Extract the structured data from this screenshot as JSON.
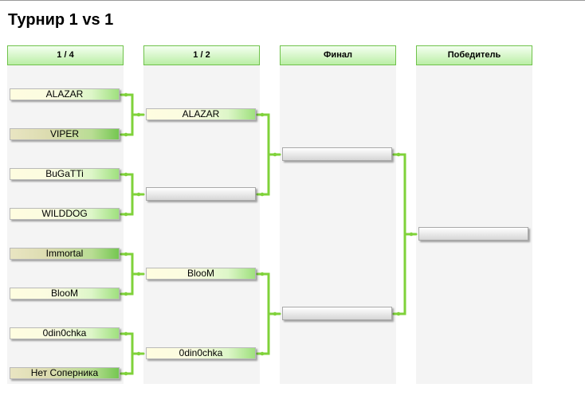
{
  "title": "Турнир 1 vs 1",
  "columns": [
    {
      "label": "1 / 4"
    },
    {
      "label": "1 / 2"
    },
    {
      "label": "Финал"
    },
    {
      "label": "Победитель"
    }
  ],
  "quarterfinals": [
    {
      "name": "ALAZAR"
    },
    {
      "name": "VIPER"
    },
    {
      "name": "BuGaTTi"
    },
    {
      "name": "WILDDOG"
    },
    {
      "name": "Immortal"
    },
    {
      "name": "BlooM"
    },
    {
      "name": "0din0chka"
    },
    {
      "name": "Нет Соперника"
    }
  ],
  "semifinals": [
    {
      "name": "ALAZAR"
    },
    {
      "name": ""
    },
    {
      "name": "BlooM"
    },
    {
      "name": "0din0chka"
    }
  ],
  "final": [
    {
      "name": ""
    },
    {
      "name": ""
    }
  ],
  "winner": {
    "name": ""
  },
  "colors": {
    "accent_green": "#7fd23a",
    "header_border": "#6fc24a"
  }
}
